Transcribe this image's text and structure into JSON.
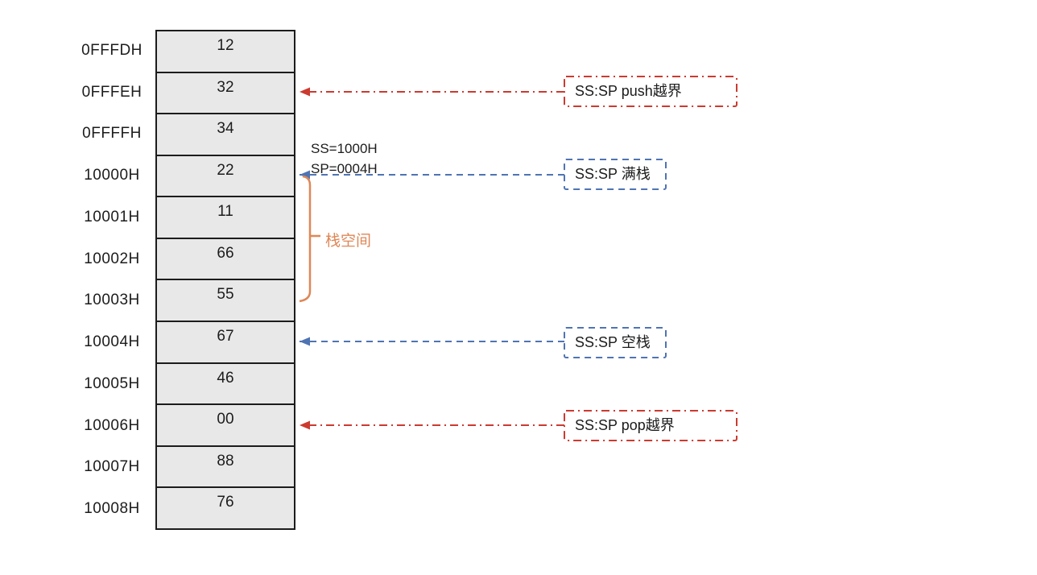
{
  "diagram": {
    "title_semantic": "SS:SP stack boundary diagram",
    "memory": {
      "rows": [
        {
          "address": "0FFFDH",
          "value": "12"
        },
        {
          "address": "0FFFEH",
          "value": "32"
        },
        {
          "address": "0FFFFH",
          "value": "34"
        },
        {
          "address": "10000H",
          "value": "22"
        },
        {
          "address": "10001H",
          "value": "11"
        },
        {
          "address": "10002H",
          "value": "66"
        },
        {
          "address": "10003H",
          "value": "55"
        },
        {
          "address": "10004H",
          "value": "67"
        },
        {
          "address": "10005H",
          "value": "46"
        },
        {
          "address": "10006H",
          "value": "00"
        },
        {
          "address": "10007H",
          "value": "88"
        },
        {
          "address": "10008H",
          "value": "76"
        }
      ]
    },
    "registers": {
      "ss": "SS=1000H",
      "sp": "SP=0004H"
    },
    "stack_space_label": "栈空间",
    "annotations": [
      {
        "label": "SS:SP push越界",
        "style": "red-dashdot",
        "target_address": "0FFFEH"
      },
      {
        "label": "SS:SP 满栈",
        "style": "blue-dashed",
        "target_address": "10000H"
      },
      {
        "label": "SS:SP 空栈",
        "style": "blue-dashed",
        "target_address": "10004H"
      },
      {
        "label": "SS:SP pop越界",
        "style": "red-dashdot",
        "target_address": "10006H"
      }
    ],
    "colors": {
      "red": "#cc3a30",
      "blue": "#4f74b3",
      "orange": "#de8757",
      "cell_fill": "#e8e8e8",
      "line": "#1c1c1c"
    }
  }
}
